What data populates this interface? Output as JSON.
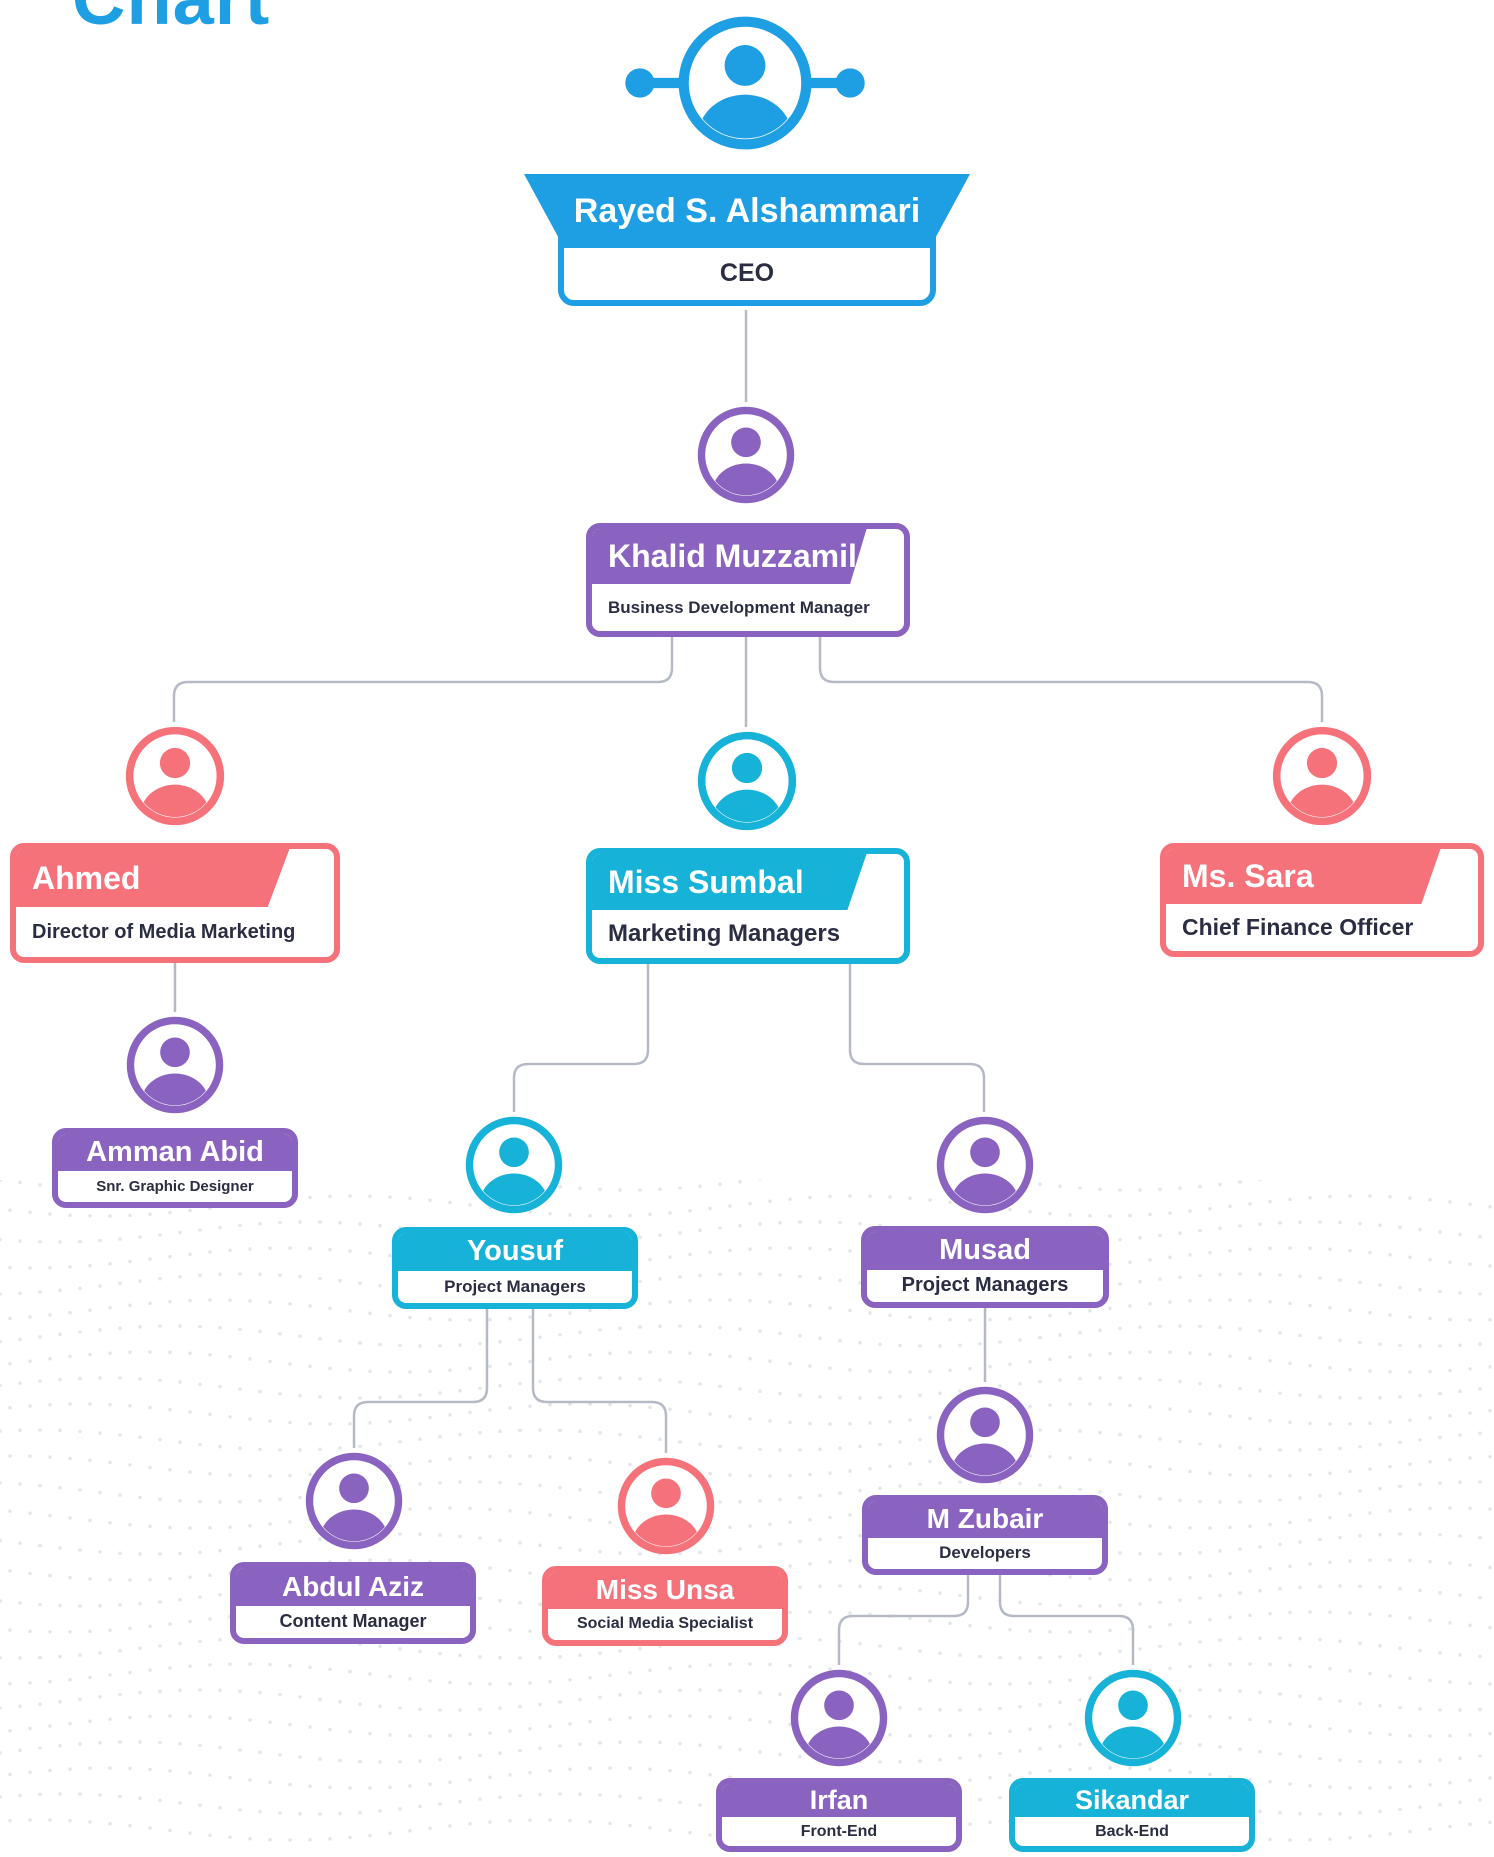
{
  "heading": "Chart",
  "colors": {
    "blue": "#1e9fe3",
    "cyan": "#17b2d8",
    "purple": "#8a62bf",
    "coral": "#f6727a",
    "text_dark": "#2b2d42",
    "connector": "#b5bac6",
    "heading": "#1e9fe3"
  },
  "people": {
    "ceo": {
      "name": "Rayed S. Alshammari",
      "role": "CEO",
      "color": "blue",
      "avatar_icon": "user-avatar-icon"
    },
    "khalid": {
      "name": "Khalid Muzzamil",
      "role": "Business Development Manager",
      "color": "purple",
      "avatar_icon": "user-avatar-icon"
    },
    "ahmed": {
      "name": "Ahmed",
      "role": "Director of Media Marketing",
      "color": "coral",
      "avatar_icon": "user-avatar-icon"
    },
    "sumbal": {
      "name": "Miss Sumbal",
      "role": "Marketing Managers",
      "color": "cyan",
      "avatar_icon": "user-avatar-icon"
    },
    "sara": {
      "name": "Ms. Sara",
      "role": "Chief Finance Officer",
      "color": "coral",
      "avatar_icon": "user-avatar-icon"
    },
    "amman": {
      "name": "Amman Abid",
      "role": "Snr. Graphic Designer",
      "color": "purple",
      "avatar_icon": "user-avatar-icon"
    },
    "yousuf": {
      "name": "Yousuf",
      "role": "Project Managers",
      "color": "cyan",
      "avatar_icon": "user-avatar-icon"
    },
    "musad": {
      "name": "Musad",
      "role": "Project Managers",
      "color": "purple",
      "avatar_icon": "user-avatar-icon"
    },
    "abdul": {
      "name": "Abdul Aziz",
      "role": "Content Manager",
      "color": "purple",
      "avatar_icon": "user-avatar-icon"
    },
    "unsa": {
      "name": "Miss Unsa",
      "role": "Social Media Specialist",
      "color": "coral",
      "avatar_icon": "user-avatar-icon"
    },
    "zubair": {
      "name": "M Zubair",
      "role": "Developers",
      "color": "purple",
      "avatar_icon": "user-avatar-icon"
    },
    "irfan": {
      "name": "Irfan",
      "role": "Front-End",
      "color": "purple",
      "avatar_icon": "user-avatar-icon"
    },
    "sikandar": {
      "name": "Sikandar",
      "role": "Back-End",
      "color": "cyan",
      "avatar_icon": "user-avatar-icon"
    }
  },
  "reporting_lines": [
    [
      "ceo",
      "khalid"
    ],
    [
      "khalid",
      "ahmed"
    ],
    [
      "khalid",
      "sumbal"
    ],
    [
      "khalid",
      "sara"
    ],
    [
      "ahmed",
      "amman"
    ],
    [
      "sumbal",
      "yousuf"
    ],
    [
      "sumbal",
      "musad"
    ],
    [
      "yousuf",
      "abdul"
    ],
    [
      "yousuf",
      "unsa"
    ],
    [
      "musad",
      "zubair"
    ],
    [
      "zubair",
      "irfan"
    ],
    [
      "zubair",
      "sikandar"
    ]
  ]
}
